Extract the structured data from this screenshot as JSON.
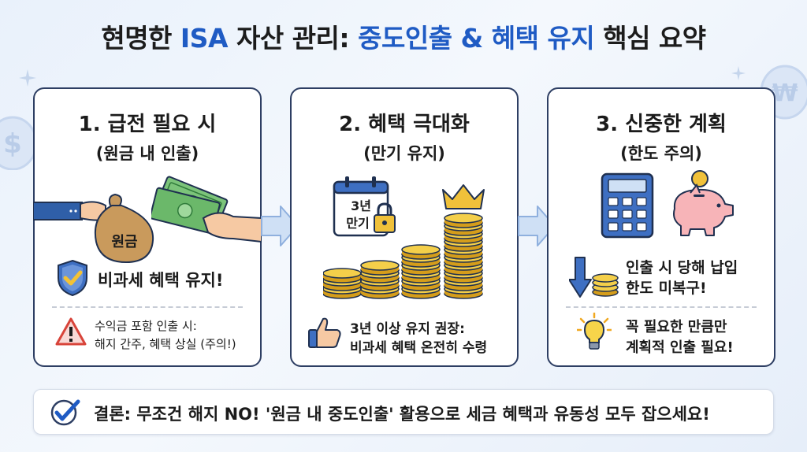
{
  "title": {
    "part1": "현명한 ",
    "part2": "ISA",
    "part3": " 자산 관리: ",
    "part4": "중도인출 & 혜택 유지",
    "part5": " 핵심 요약"
  },
  "cards": [
    {
      "title": "1. 급전 필요 시",
      "subtitle": "(원금 내 인출)",
      "bag_label": "원금",
      "benefit": "비과세 혜택 유지!",
      "warning_line1": "수익금 포함 인출 시:",
      "warning_line2": "해지 간주, 혜택 상실 (주의!)"
    },
    {
      "title": "2. 혜택 극대화",
      "subtitle": "(만기 유지)",
      "calendar_line1": "3년",
      "calendar_line2": "만기",
      "tip_line1": "3년 이상 유지 권장:",
      "tip_line2": "비과세 혜택 온전히 수령"
    },
    {
      "title": "3. 신중한 계획",
      "subtitle": "(한도 주의)",
      "note_line1": "인출 시 당해 납입",
      "note_line2": "한도 미복구!",
      "tip_line1": "꼭 필요한 만큼만",
      "tip_line2": "계획적 인출 필요!"
    }
  ],
  "conclusion": "결론: 무조건 해지 NO! '원금 내 중도인출' 활용으로 세금 혜택과 유동성 모두 잡으세요!",
  "colors": {
    "accent": "#1f5bc4",
    "border": "#2d3e63",
    "coin": "#f0c13a",
    "arrow": "#8fb0de"
  },
  "icons": [
    "money-bag-icon",
    "cash-icon",
    "shield-check-icon",
    "warning-icon",
    "calendar-lock-icon",
    "coin-stack-icon",
    "crown-icon",
    "thumbs-up-icon",
    "calculator-icon",
    "piggy-bank-icon",
    "down-arrow-coins-icon",
    "lightbulb-icon",
    "checkmark-icon",
    "dollar-coin-icon",
    "won-coin-icon"
  ]
}
